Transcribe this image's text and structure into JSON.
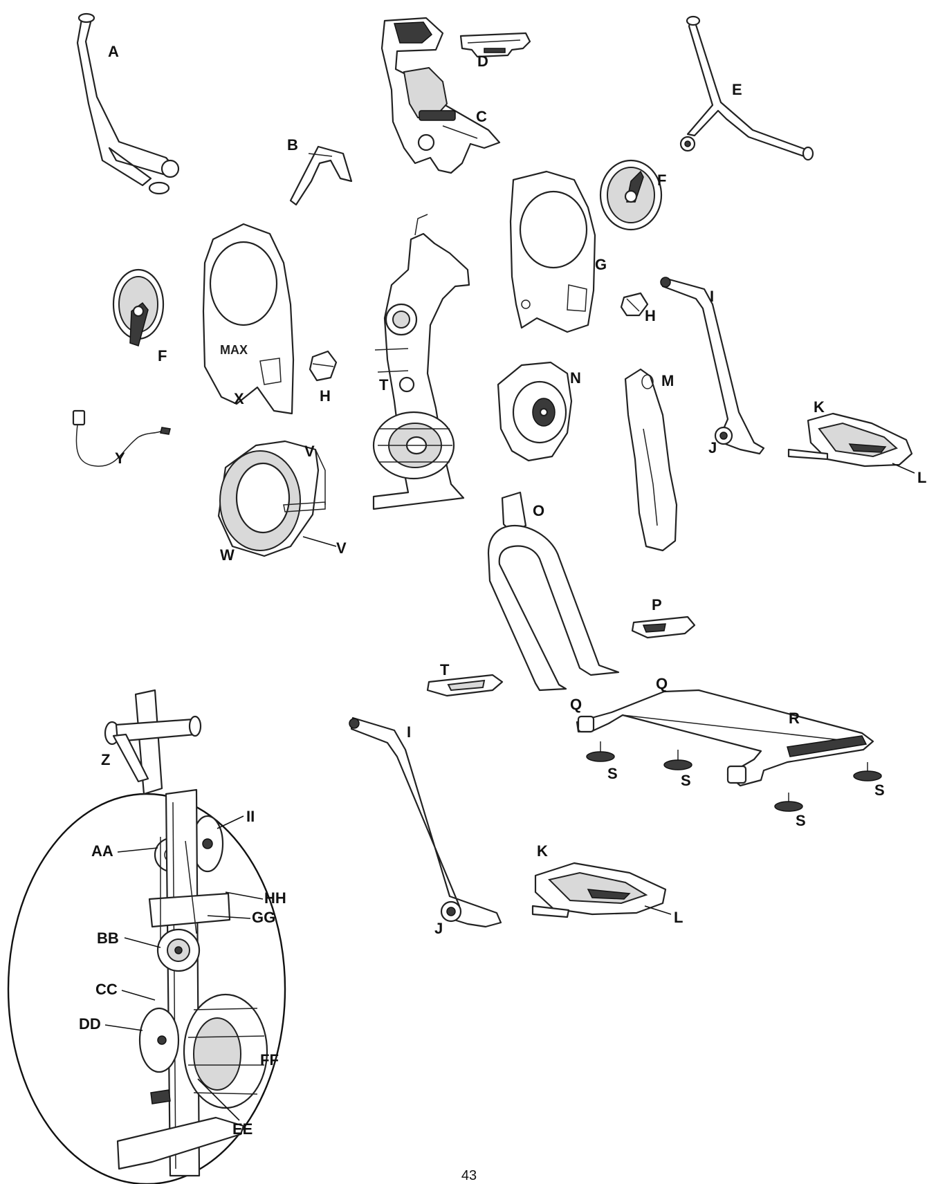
{
  "labels": {
    "A": "A",
    "B": "B",
    "C": "C",
    "D": "D",
    "E": "E",
    "F": "F",
    "G": "G",
    "H": "H",
    "I": "I",
    "J": "J",
    "K": "K",
    "L": "L",
    "M": "M",
    "N": "N",
    "O": "O",
    "P": "P",
    "Q": "Q",
    "R": "R",
    "S": "S",
    "T": "T",
    "V": "V",
    "W": "W",
    "X": "X",
    "Y": "Y",
    "Z": "Z",
    "AA": "AA",
    "BB": "BB",
    "CC": "CC",
    "DD": "DD",
    "EE": "EE",
    "FF": "FF",
    "GG": "GG",
    "HH": "HH",
    "II": "II"
  },
  "brand_mark": "MAX",
  "page_number": "43"
}
